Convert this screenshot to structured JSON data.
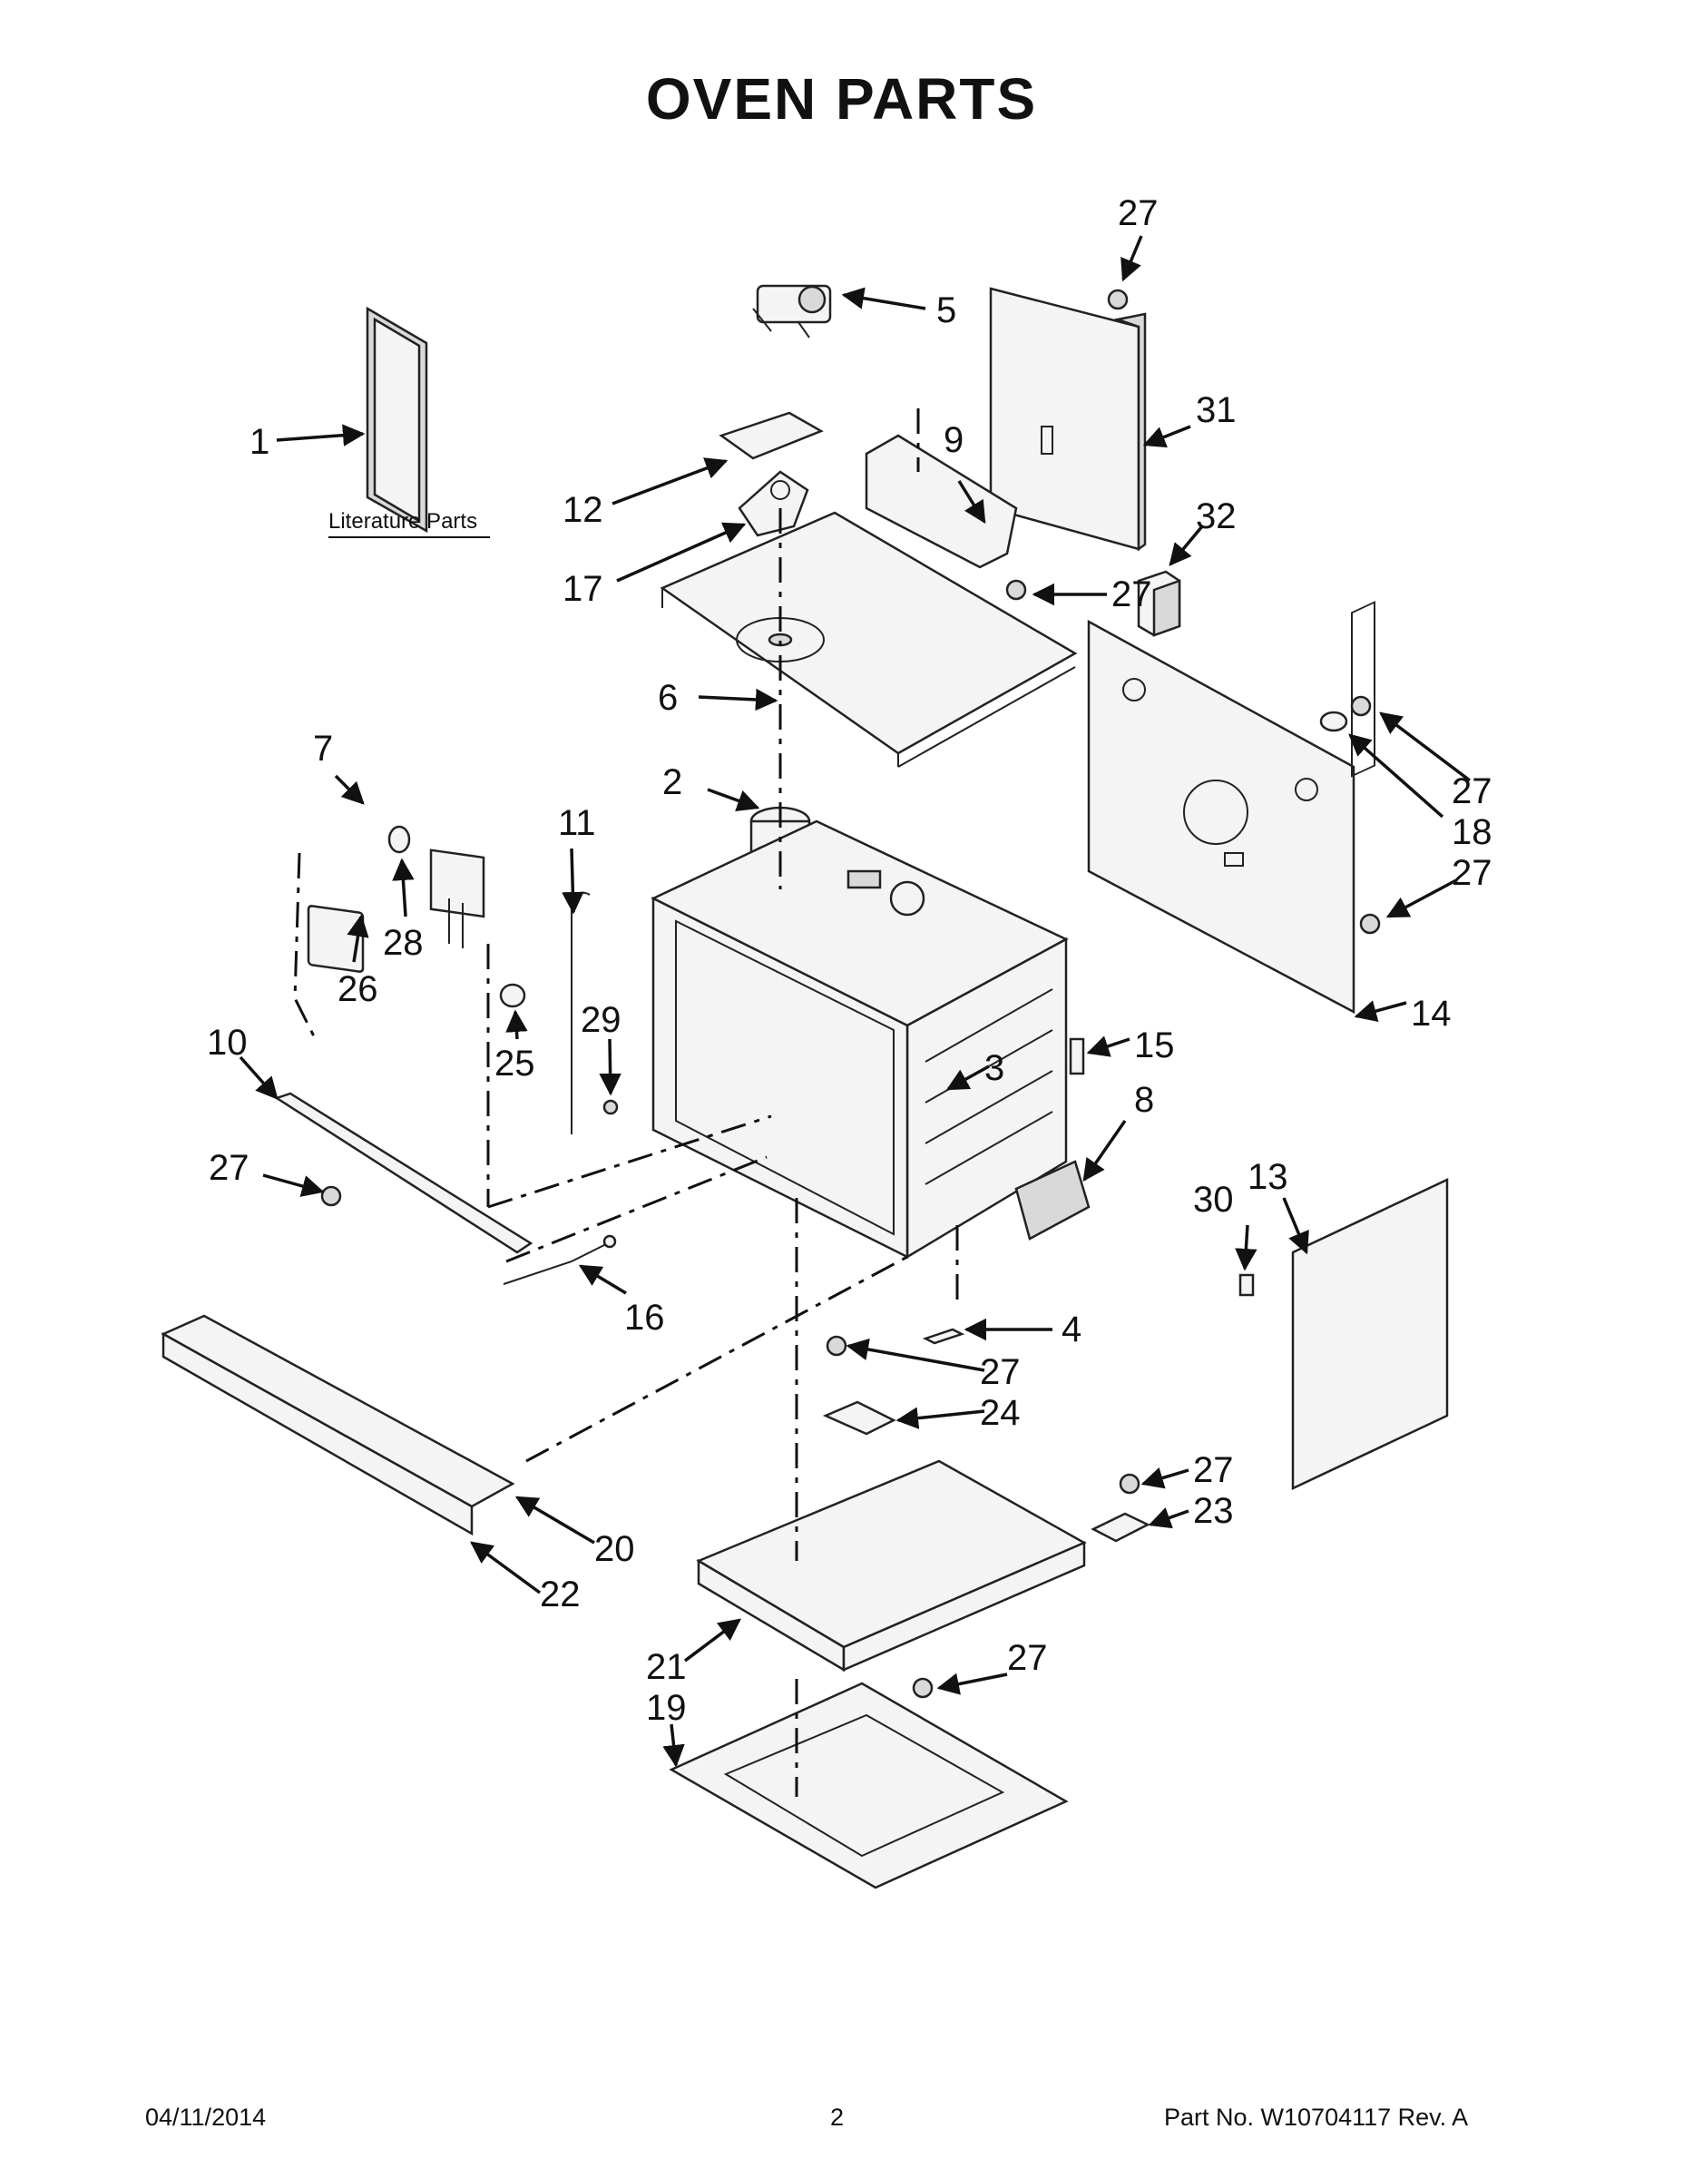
{
  "title": "OVEN PARTS",
  "literature_label": "Literature Parts",
  "callouts": {
    "c1": "1",
    "c2": "2",
    "c3": "3",
    "c4": "4",
    "c5": "5",
    "c6": "6",
    "c7": "7",
    "c8": "8",
    "c9": "9",
    "c10": "10",
    "c11": "11",
    "c12": "12",
    "c13": "13",
    "c14": "14",
    "c15": "15",
    "c16": "16",
    "c17": "17",
    "c18": "18",
    "c19": "19",
    "c20": "20",
    "c21": "21",
    "c22": "22",
    "c23": "23",
    "c24": "24",
    "c25": "25",
    "c26": "26",
    "c28": "28",
    "c29": "29",
    "c30": "30",
    "c31": "31",
    "c32": "32",
    "c27_top": "27",
    "c27_panel": "27",
    "c27_right1": "27",
    "c27_right2": "27",
    "c27_left": "27",
    "c27_mid": "27",
    "c27_bracket": "27",
    "c27_bottom": "27"
  },
  "footer": {
    "date": "04/11/2014",
    "page": "2",
    "part_no": "Part No.  W10704117  Rev.  A"
  }
}
